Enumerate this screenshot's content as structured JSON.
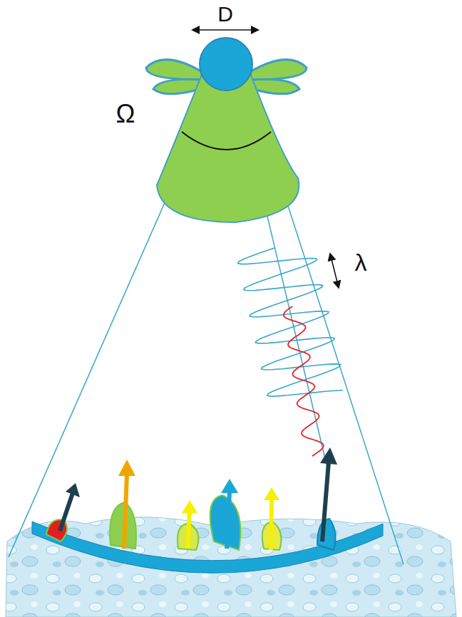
{
  "diagram": {
    "labels": [
      "D",
      "Ω",
      "λ"
    ]
  }
}
